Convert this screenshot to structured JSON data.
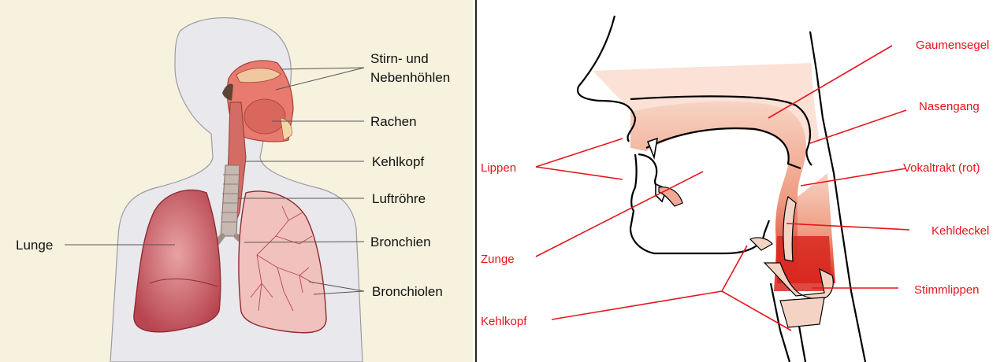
{
  "left_panel": {
    "background": "#f6f2de",
    "labels": {
      "stirn_line1": "Stirn- und",
      "stirn_line2": "Nebenhöhlen",
      "rachen": "Rachen",
      "kehlkopf": "Kehlkopf",
      "luftroehre": "Luftröhre",
      "bronchien": "Bronchien",
      "bronchiolen": "Bronchiolen",
      "lunge": "Lunge"
    }
  },
  "right_panel": {
    "label_color": "#e8141c",
    "labels": {
      "gaumensegel": "Gaumensegel",
      "nasengang": "Nasengang",
      "vokaltrakt": "Vokaltrakt (rot)",
      "kehldeckel": "Kehldeckel",
      "stimmlippen": "Stimmlippen",
      "lippen": "Lippen",
      "zunge": "Zunge",
      "kehlkopf": "Kehlkopf"
    }
  }
}
